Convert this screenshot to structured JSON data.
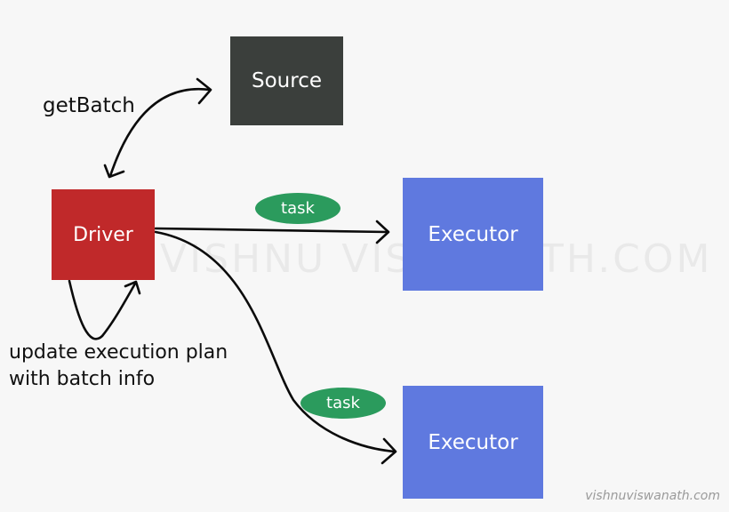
{
  "nodes": {
    "source": "Source",
    "driver": "Driver",
    "executor_1": "Executor",
    "executor_2": "Executor"
  },
  "edges": {
    "get_batch_label": "getBatch",
    "task_label_1": "task",
    "task_label_2": "task",
    "self_loop_label_line1": "update execution plan",
    "self_loop_label_line2": "with batch info"
  },
  "watermark": "VISHNU VISWANATH.COM",
  "credit": "vishnuviswanath.com",
  "colors": {
    "source": "#3b3f3c",
    "driver": "#c0292a",
    "executor": "#5f79df",
    "task_pill": "#2b9b5d",
    "background": "#f7f7f7"
  }
}
